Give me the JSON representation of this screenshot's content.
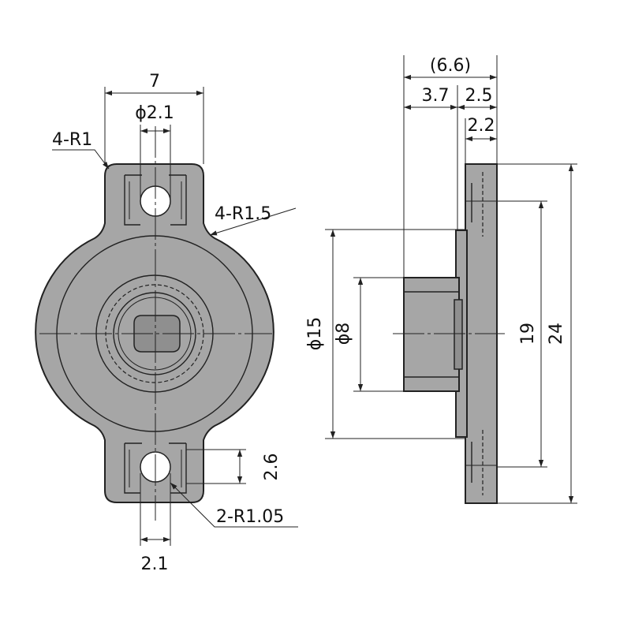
{
  "front_view": {
    "width_dim": "7",
    "hole_dia_dim": "ϕ2.1",
    "corner_radius_outer": "4-R1",
    "corner_radius_inner": "4-R1.5",
    "slot_height_dim": "2.6",
    "slot_radius_dim": "2-R1.05",
    "slot_width_dim": "2.1"
  },
  "side_view": {
    "overall_depth_dim": "(6.6)",
    "boss_depth_dim": "3.7",
    "flange_total_dim": "2.5",
    "flange_thickness_dim": "2.2",
    "outer_dia_dim": "ϕ15",
    "boss_dia_dim": "ϕ8",
    "hole_pitch_dim": "19",
    "overall_height_dim": "24"
  },
  "colors": {
    "part_fill": "#a6a6a6",
    "outline": "#222222"
  }
}
